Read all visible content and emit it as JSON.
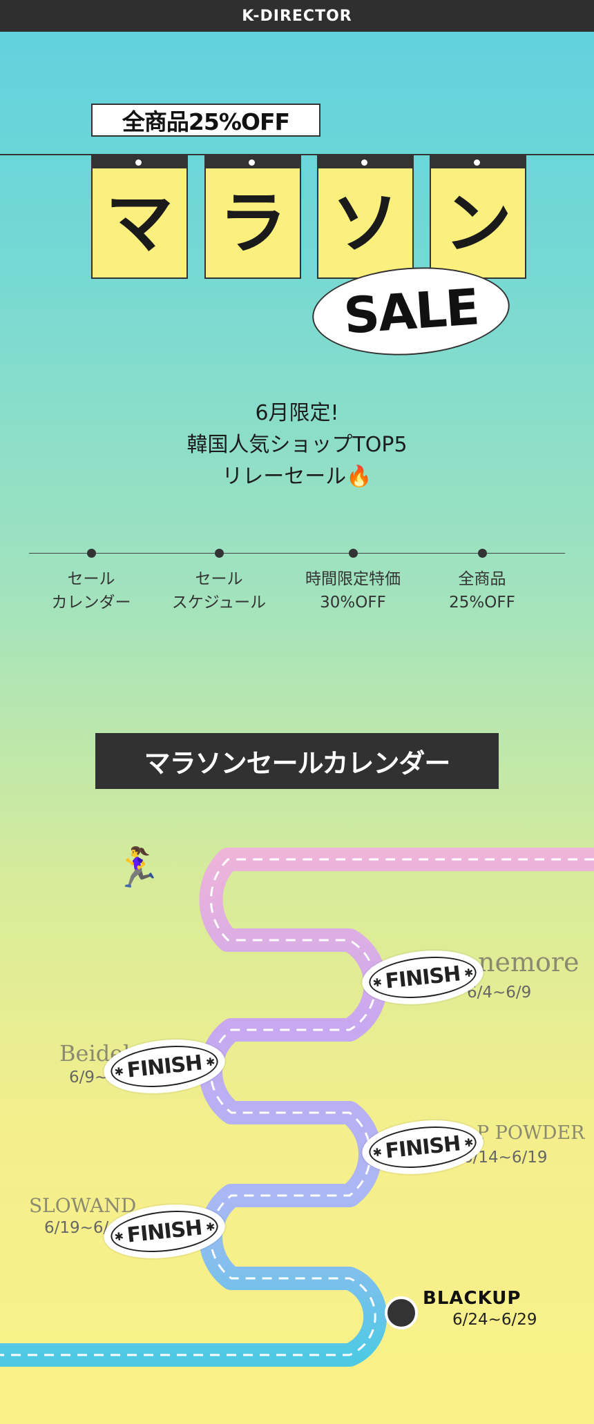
{
  "header": {
    "title": "K-DIRECTOR"
  },
  "promo": {
    "badge": "全商品25%OFF"
  },
  "hero": {
    "cards": [
      "マ",
      "ラ",
      "ソ",
      "ン"
    ],
    "sale_label": "SALE"
  },
  "headline": {
    "line1": "6月限定!",
    "line2": "韓国人気ショップTOP5",
    "line3": "リレーセール",
    "emoji": "🔥"
  },
  "timeline": {
    "items": [
      {
        "line1": "セール",
        "line2": "カレンダー"
      },
      {
        "line1": "セール",
        "line2": "スケジュール"
      },
      {
        "line1": "時間限定特価",
        "line2": "30%OFF"
      },
      {
        "line1": "全商品",
        "line2": "25%OFF"
      }
    ]
  },
  "calendar": {
    "title": "マラソンセールカレンダー",
    "finish_label": "FINISH",
    "runner_emoji": "🏃‍♀️",
    "shops": [
      {
        "brand": "nemore",
        "dates": "6/4~6/9"
      },
      {
        "brand": "Beidel",
        "dates": "6/9~"
      },
      {
        "brand": "P POWDER",
        "dates": "6/14~6/19"
      },
      {
        "brand": "SLOWAND",
        "dates": "6/19~6/"
      },
      {
        "brand": "BLACKUP",
        "dates": "6/24~6/29"
      }
    ]
  },
  "colors": {
    "track_pink": "#f0b4d8",
    "track_purple": "#c8a8f0",
    "track_blue": "#8ad0f0",
    "track_cyan": "#4ec9e4",
    "card_yellow": "#fbf07d",
    "dark": "#313131"
  }
}
